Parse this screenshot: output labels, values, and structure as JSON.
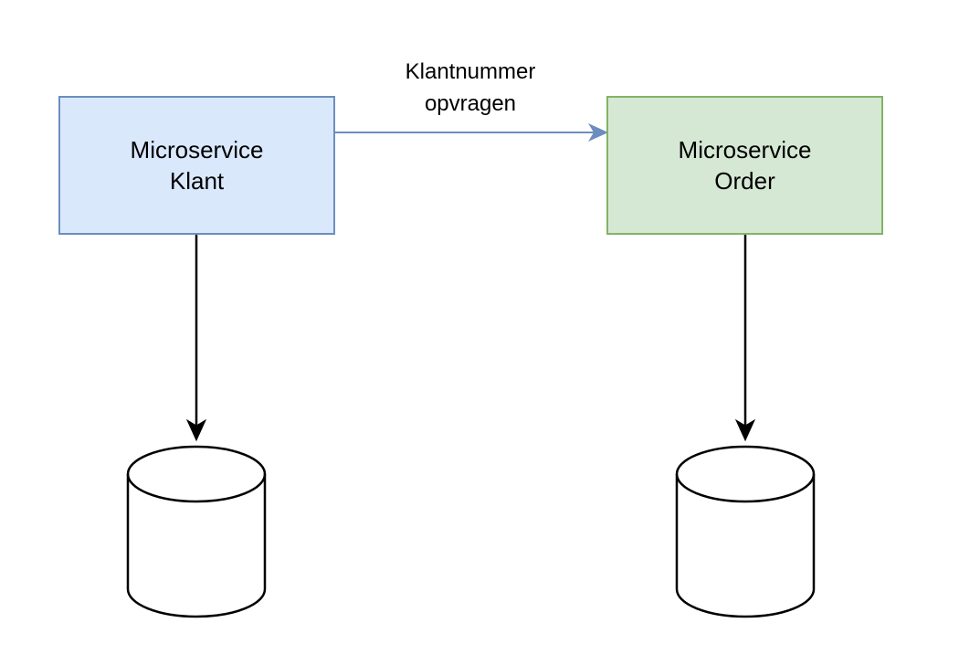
{
  "colors": {
    "klant_fill": "#dae8fc",
    "klant_stroke": "#6c8ebf",
    "order_fill": "#d5e8d4",
    "order_stroke": "#82b366",
    "edge_blue": "#6c8ebf",
    "edge_black": "#000000",
    "database_fill": "#ffffff",
    "database_stroke": "#000000"
  },
  "nodes": {
    "klant": {
      "line1": "Microservice",
      "line2": "Klant"
    },
    "order": {
      "line1": "Microservice",
      "line2": "Order"
    }
  },
  "edges": {
    "request": {
      "line1": "Klantnummer",
      "line2": "opvragen"
    }
  }
}
